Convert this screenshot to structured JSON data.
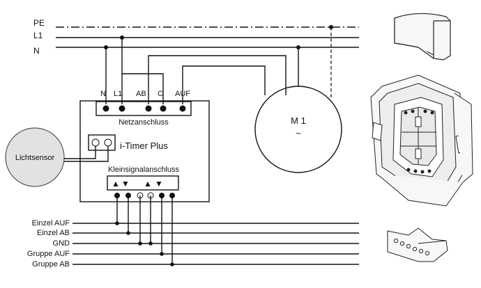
{
  "mains": {
    "pe": "PE",
    "l1": "L1",
    "n": "N"
  },
  "device": {
    "terminal_labels": [
      "N",
      "L1",
      "AB",
      "C",
      "AUF"
    ],
    "netzanschluss": "Netzanschluss",
    "name": "i-Timer Plus",
    "kleinsignal": "Kleinsignalanschluss",
    "arrows": [
      "▲",
      "▼",
      "▲",
      "▼"
    ]
  },
  "sensor": {
    "label": "Lichtsensor"
  },
  "motor": {
    "label": "M 1",
    "symbol": "~"
  },
  "signal_lines": [
    "Einzel AUF",
    "Einzel AB",
    "GND",
    "Gruppe AUF",
    "Gruppe AB"
  ],
  "colors": {
    "ink": "#111111",
    "sensor_fill": "#e2e2e2",
    "product_fill": "#f7f7f7"
  }
}
